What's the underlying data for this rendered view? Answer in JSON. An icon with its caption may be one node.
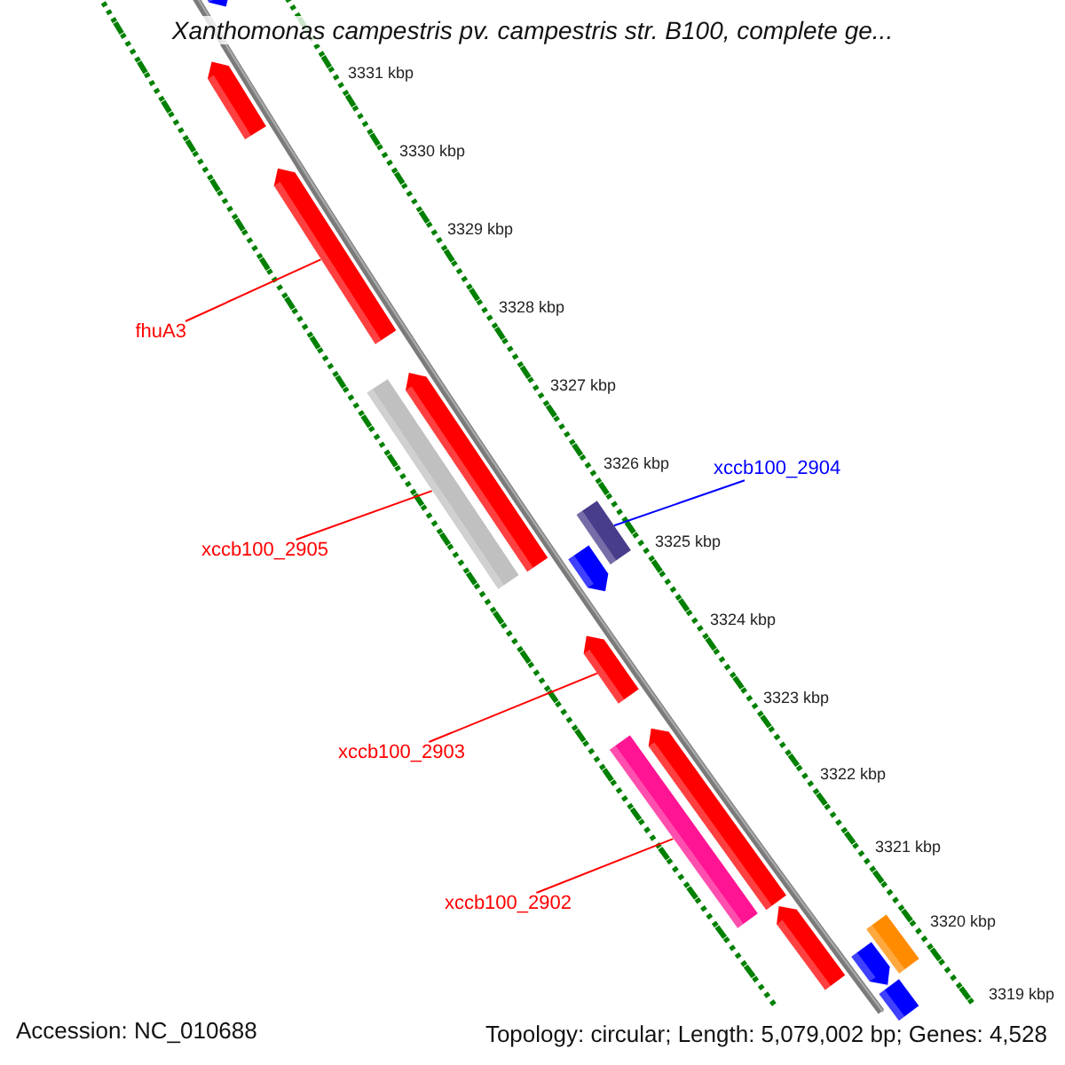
{
  "diagram": {
    "title": "Xanthomonas campestris pv. campestris str. B100, complete ge...",
    "nodes": [
      {
        "text": [
          "fhuA3"
        ]
      },
      {
        "text": [
          "xccb100_2905"
        ]
      },
      {
        "text": [
          "xccb100_2904"
        ]
      },
      {
        "text": [
          "xccb100_2903"
        ]
      },
      {
        "text": [
          "xccb100_2902"
        ]
      },
      {
        "text": [],
        "shape": "bar"
      },
      {
        "text": [],
        "shape": "bar"
      },
      {
        "text": [],
        "shape": "bar"
      },
      {
        "text": [],
        "shape": "bar"
      },
      {
        "text": [],
        "shape": "bar"
      },
      {
        "text": [],
        "shape": "bar"
      },
      {
        "text": [],
        "shape": "bar"
      },
      {
        "text": [],
        "shape": "bar"
      },
      {
        "text": [],
        "shape": "bar"
      },
      {
        "text": [],
        "shape": "bar"
      },
      {
        "text": [],
        "shape": "bar"
      },
      {
        "text": [],
        "shape": "bar"
      },
      {
        "text": [],
        "shape": "bar"
      },
      {
        "text": [],
        "shape": "bar"
      }
    ],
    "edges": [
      {
        "from": 0,
        "to": 7,
        "arrow": "none"
      },
      {
        "from": 1,
        "to": 8,
        "arrow": "none"
      },
      {
        "from": 2,
        "to": 10,
        "arrow": "none",
        "color": "#0000ff"
      },
      {
        "from": 3,
        "to": 12,
        "arrow": "none"
      },
      {
        "from": 4,
        "to": 13,
        "arrow": "none"
      }
    ],
    "labels": [
      "3331 kbp",
      "3330 kbp",
      "3329 kbp",
      "3328 kbp",
      "3327 kbp",
      "3326 kbp",
      "3325 kbp",
      "3324 kbp",
      "3323 kbp",
      "3322 kbp",
      "3321 kbp",
      "3320 kbp",
      "3319 kbp",
      "Accession: NC_010688",
      "Topology: circular; Length: 5,079,002 bp; Genes: 4,528"
    ]
  }
}
